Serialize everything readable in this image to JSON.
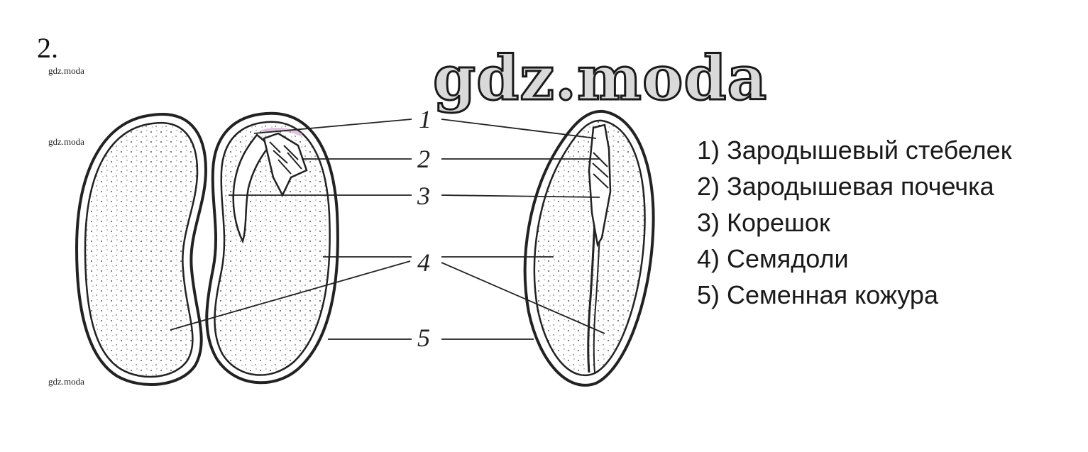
{
  "task": {
    "number": "2."
  },
  "watermarks": {
    "main": "gdz.moda",
    "small": [
      "gdz.moda",
      "gdz.moda",
      "gdz.moda"
    ]
  },
  "diagram": {
    "callouts": [
      "1",
      "2",
      "3",
      "4",
      "5"
    ]
  },
  "legend": {
    "items": [
      "1) Зародышевый стебелек",
      "2) Зародышевая почечка",
      "3) Корешок",
      "4) Семядоли",
      "5) Семенная кожура"
    ]
  }
}
